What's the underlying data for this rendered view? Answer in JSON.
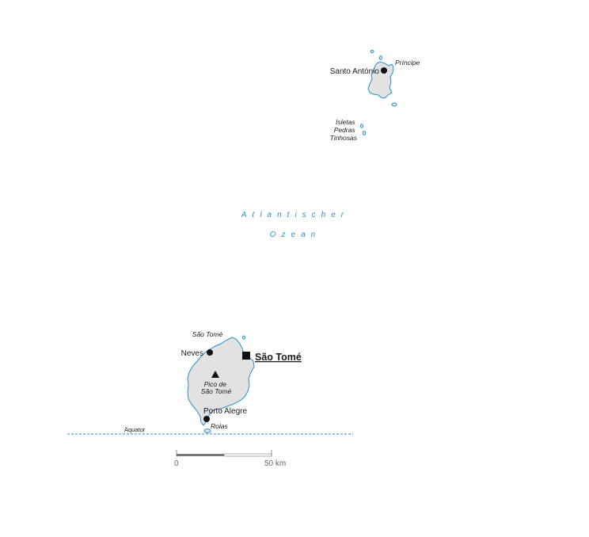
{
  "map": {
    "colors": {
      "land": "#e2e2e2",
      "coast": "#2a8fcf",
      "ocean_label": "#2a8fcf",
      "equator": "#2a8fcf",
      "text": "#1a1a1a"
    },
    "ocean_label": {
      "line1": "Atlantischer",
      "line2": "Ozean"
    },
    "principe": {
      "island_label": "Príncipe",
      "town": "Santo António",
      "islets_label": [
        "Isletas",
        "Pedras",
        "Tinhosas"
      ]
    },
    "sao_tome": {
      "island_label": "São Tomé",
      "capital": "São Tomé",
      "towns": {
        "neves": "Neves",
        "porto_alegre": "Porto Alegre"
      },
      "peak_label": [
        "Pico de",
        "São Tomé"
      ],
      "rolas_label": "Rolas"
    },
    "equator_label": "Äquator",
    "scale": {
      "start": "0",
      "end": "50 km"
    },
    "symbols": {
      "capital": "filled-square",
      "town": "filled-circle",
      "peak": "filled-triangle"
    }
  }
}
